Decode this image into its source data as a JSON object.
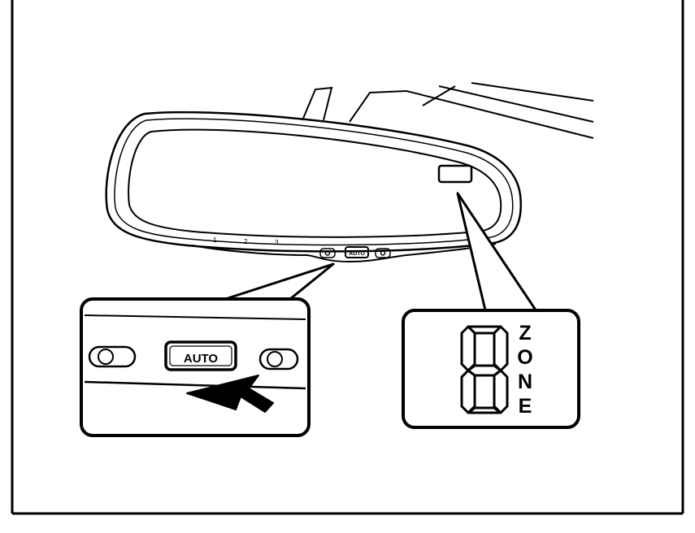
{
  "mirror": {
    "button_labels": [
      "1",
      "2",
      "3"
    ],
    "auto_label": "AUTO"
  },
  "callout": {
    "auto_button_label": "AUTO"
  },
  "zone_display": {
    "letters": [
      "Z",
      "O",
      "N",
      "E"
    ]
  }
}
